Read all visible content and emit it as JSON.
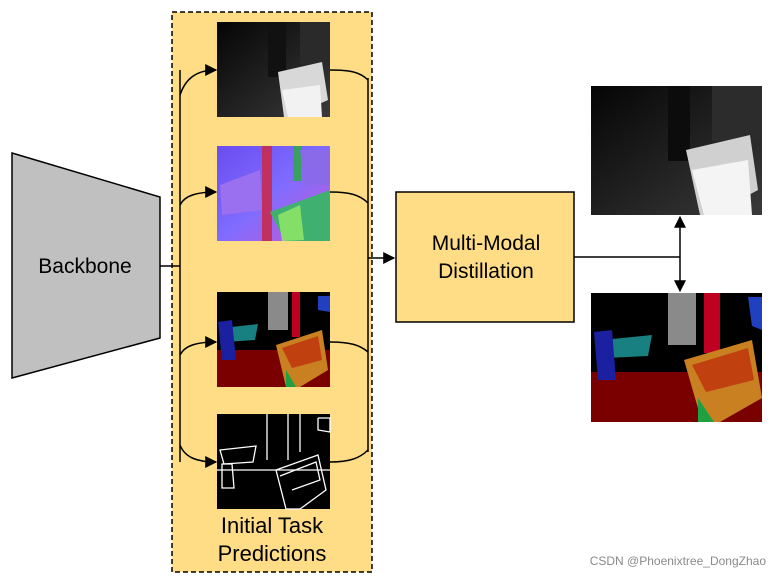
{
  "diagram": {
    "backbone_label": "Backbone",
    "distillation_label_line1": "Multi-Modal",
    "distillation_label_line2": "Distillation",
    "initial_predictions_line1": "Initial Task",
    "initial_predictions_line2": "Predictions",
    "colors": {
      "panel_fill": "#fedd86",
      "box_fill": "#fedd86",
      "backbone_fill": "#c0c0c0",
      "stroke": "#000000"
    },
    "task_images": [
      "depth-map",
      "surface-normals",
      "semantic-segmentation",
      "edge-map"
    ],
    "output_images": [
      "refined-depth-map",
      "refined-semantic-segmentation"
    ]
  },
  "watermark": "CSDN @Phoenixtree_DongZhao"
}
